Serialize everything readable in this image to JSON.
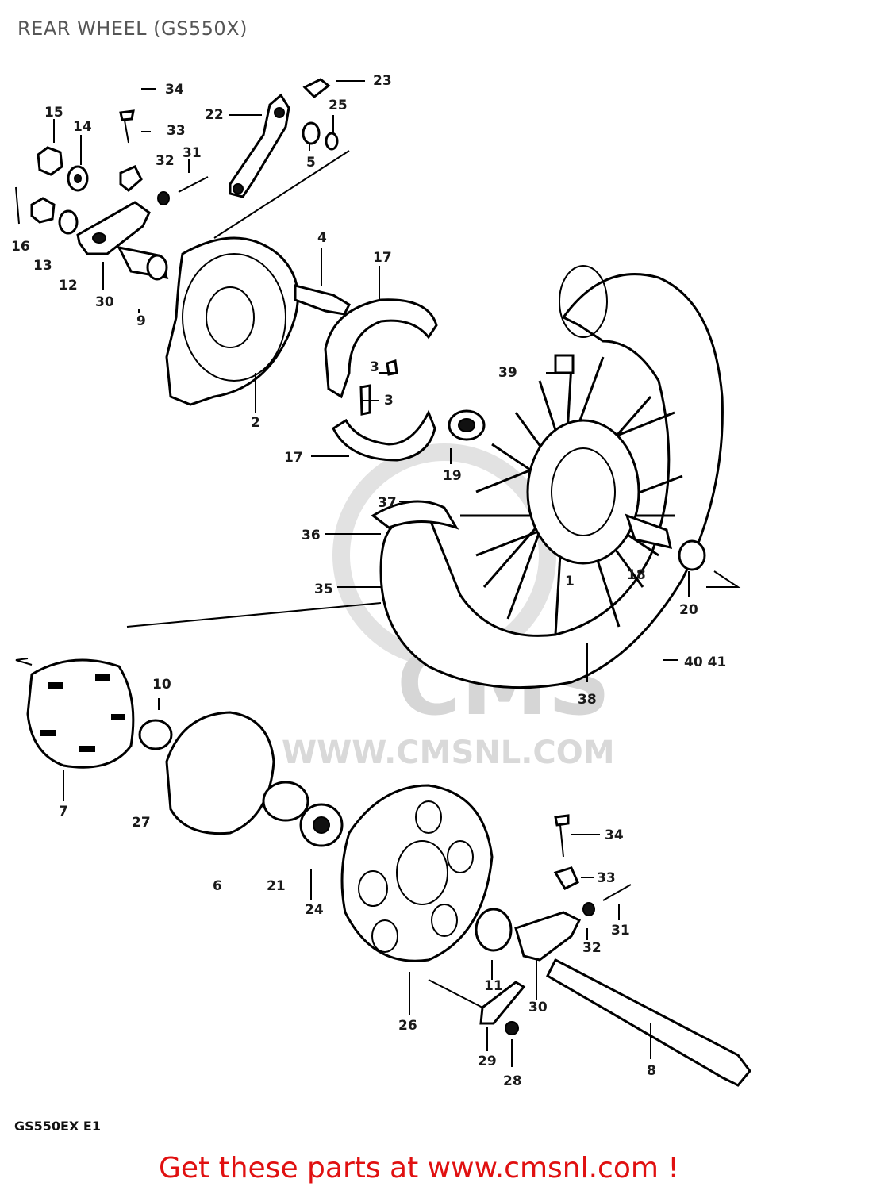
{
  "title": "REAR WHEEL (GS550X)",
  "watermark": {
    "logo": "CMS",
    "url": "WWW.CMSNL.COM"
  },
  "diagram_code": "GS550EX E1",
  "cta": "Get these parts at www.cmsnl.com !",
  "callouts": [
    "1",
    "2",
    "3",
    "3",
    "4",
    "5",
    "6",
    "7",
    "8",
    "9",
    "10",
    "11",
    "12",
    "13",
    "14",
    "15",
    "16",
    "17",
    "17",
    "18",
    "19",
    "20",
    "21",
    "22",
    "23",
    "24",
    "25",
    "26",
    "27",
    "28",
    "29",
    "30",
    "30",
    "31",
    "31",
    "32",
    "32",
    "33",
    "33",
    "34",
    "34",
    "35",
    "36",
    "37",
    "38",
    "39",
    "40 41"
  ]
}
